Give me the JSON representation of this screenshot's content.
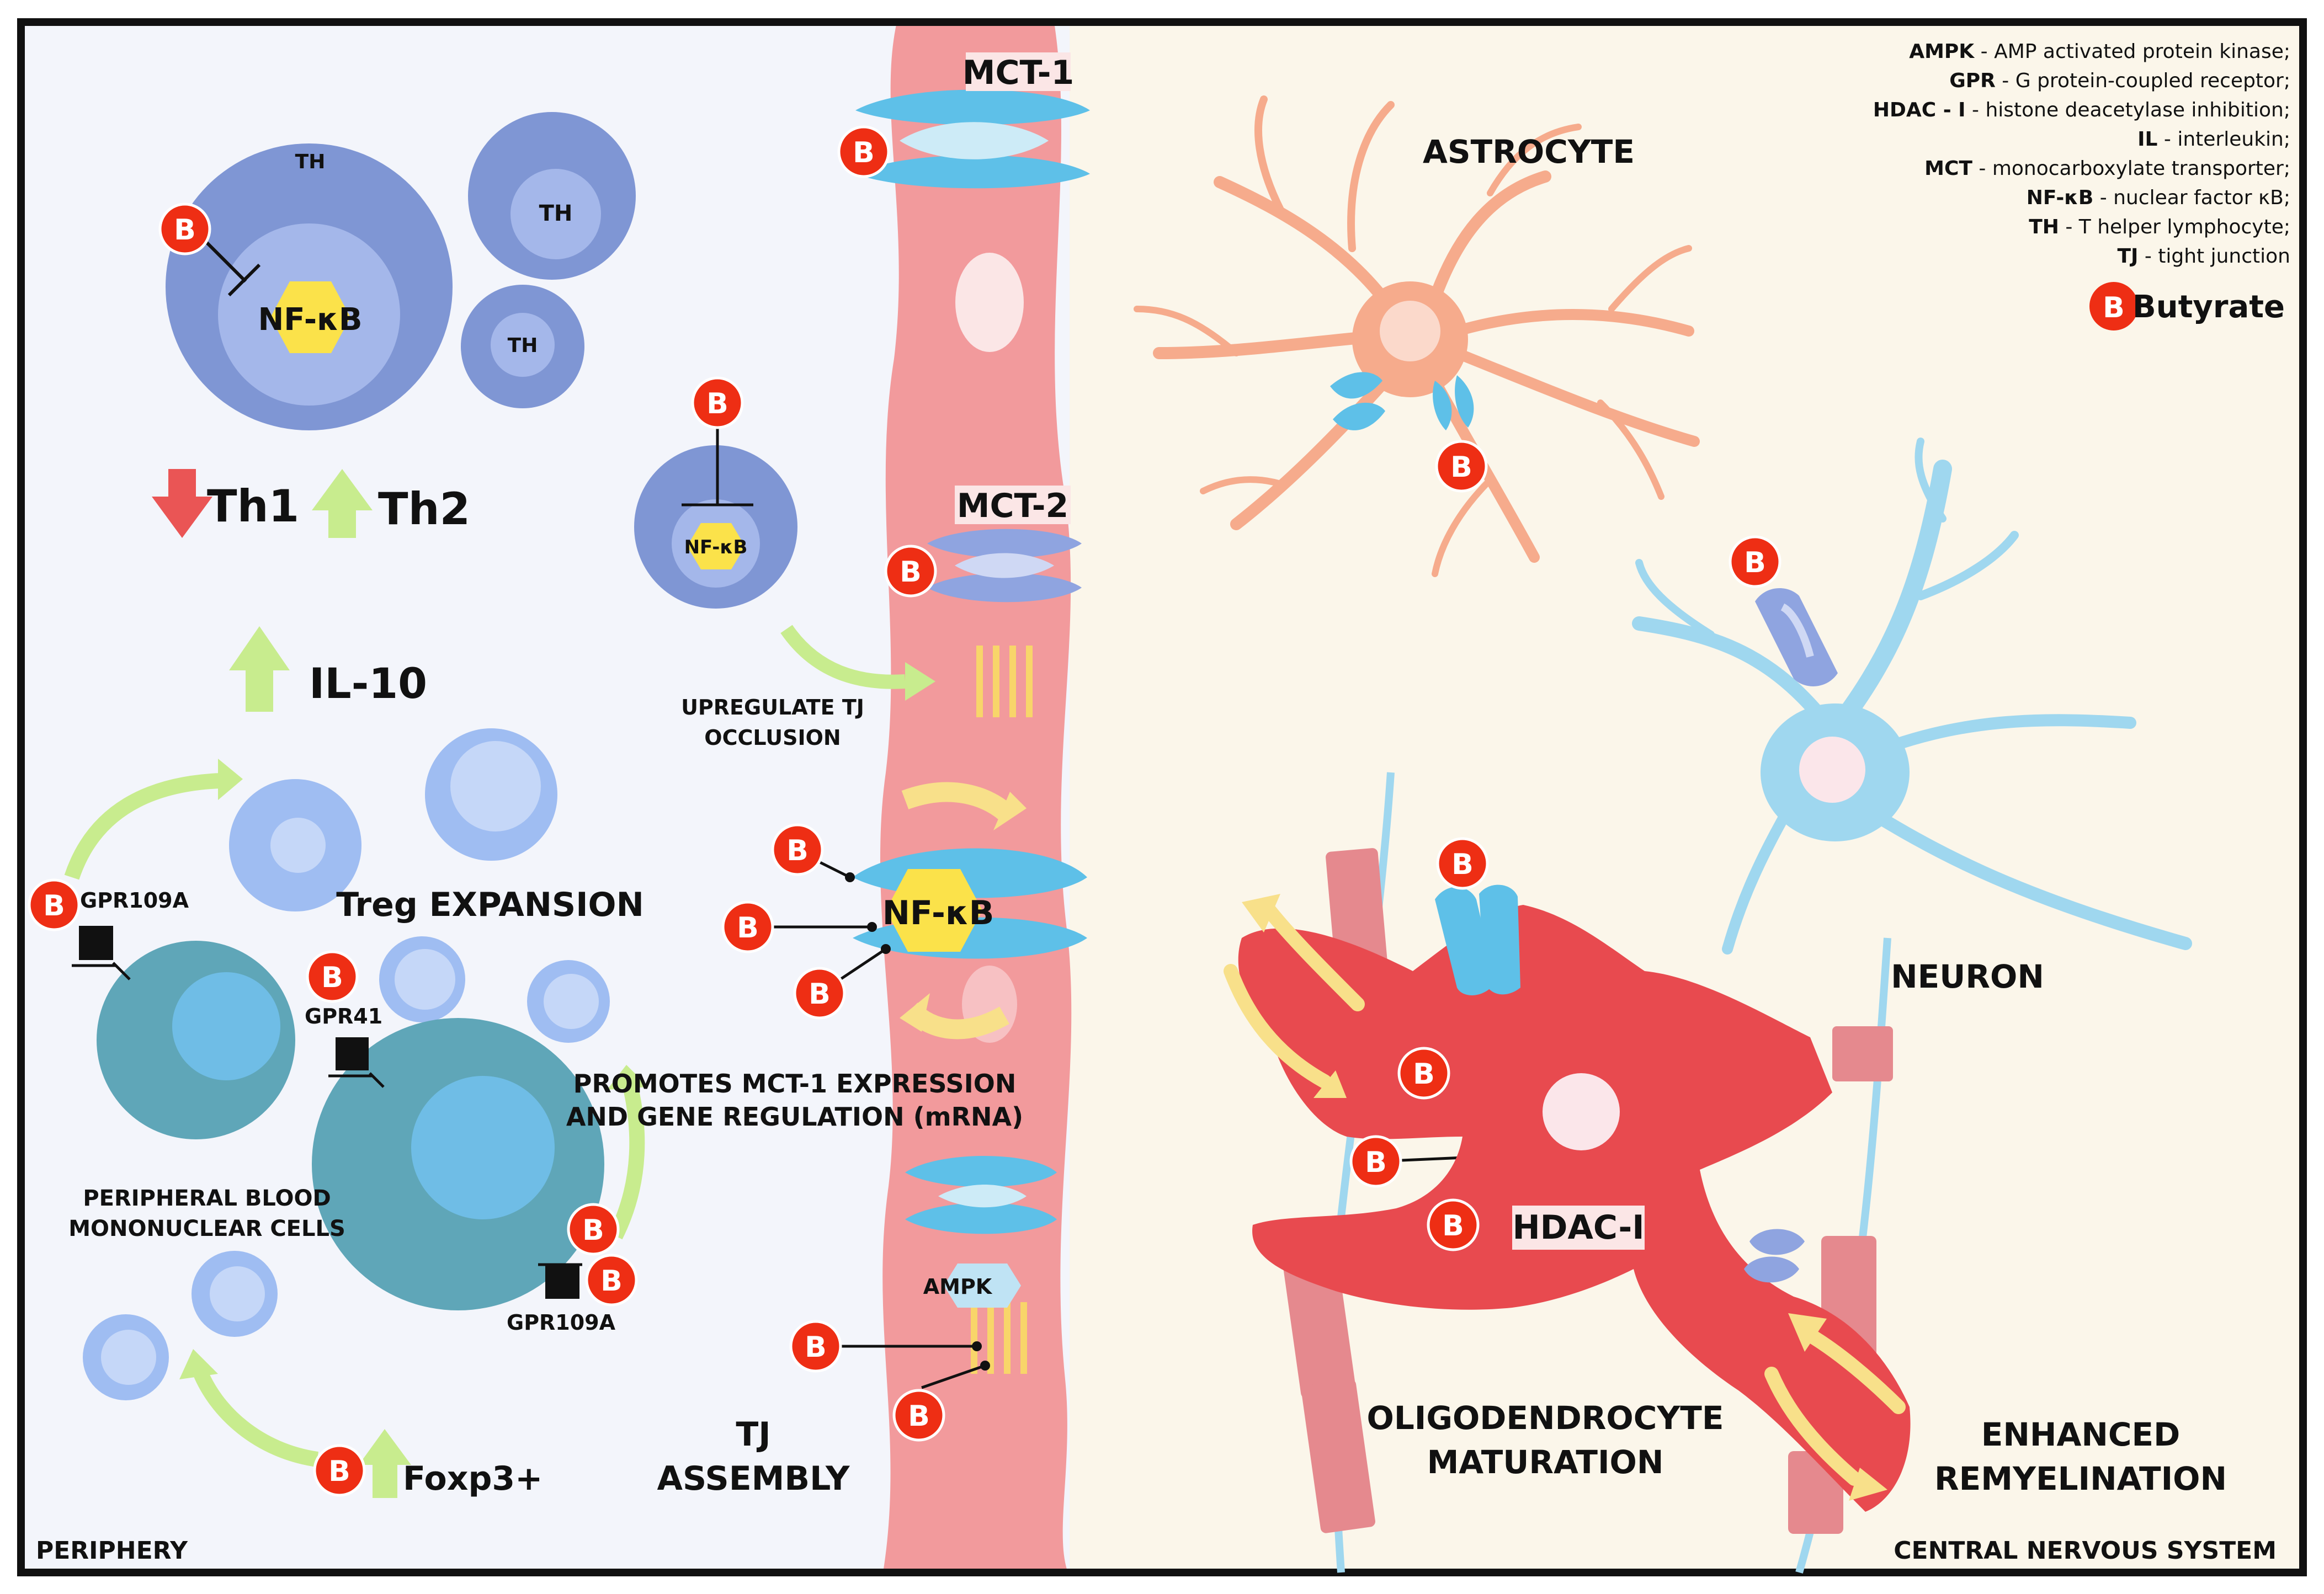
{
  "regions": {
    "periphery": "PERIPHERY",
    "cns": "CENTRAL NERVOUS SYSTEM"
  },
  "legend": {
    "items": [
      {
        "abbr": "AMPK",
        "desc": " - AMP activated protein kinase;"
      },
      {
        "abbr": "GPR",
        "desc": " - G protein-coupled receptor;"
      },
      {
        "abbr": "HDAC - I",
        "desc": " - histone deacetylase inhibition;"
      },
      {
        "abbr": "IL",
        "desc": " - interleukin;"
      },
      {
        "abbr": "MCT",
        "desc": " - monocarboxylate transporter;"
      },
      {
        "abbr": "NF-κB",
        "desc": " - nuclear factor κB;"
      },
      {
        "abbr": "TH",
        "desc": " - T helper lymphocyte;"
      },
      {
        "abbr": "TJ",
        "desc": " - tight junction"
      }
    ],
    "butyrate_label": "Butyrate"
  },
  "butyrate_symbol": "B",
  "labels": {
    "th": "TH",
    "nfkb": "NF-κB",
    "th1": "Th1",
    "th2": "Th2",
    "il10": "IL-10",
    "gpr109a": "GPR109A",
    "gpr41": "GPR41",
    "treg_expansion": "Treg EXPANSION",
    "pbmc_line1": "PERIPHERAL BLOOD",
    "pbmc_line2": "MONONUCLEAR CELLS",
    "foxp3": "Foxp3+",
    "mct1": "MCT-1",
    "mct2": "MCT-2",
    "upregulate_line1": "UPREGULATE TJ",
    "upregulate_line2": "OCCLUSION",
    "promotes_line1": "PROMOTES MCT-1 EXPRESSION",
    "promotes_line2": "AND GENE REGULATION (mRNA)",
    "ampk": "AMPK",
    "tj_line1": "TJ",
    "tj_line2": "ASSEMBLY",
    "astrocyte": "ASTROCYTE",
    "neuron": "NEURON",
    "hdac": "HDAC-I",
    "oligo_line1": "OLIGODENDROCYTE",
    "oligo_line2": "MATURATION",
    "remyel_line1": "ENHANCED",
    "remyel_line2": "REMYELINATION"
  },
  "colors": {
    "butyrate_red": "#ee2e14",
    "periphery_bg": "#f3f5fb",
    "cns_bg": "#fbf6ea",
    "barrier_pink": "#f29a9c",
    "mct_blue": "#5ec0e8",
    "th_blue": "#7f96d4",
    "teal_cell": "#5fa6b8",
    "down_arrow_red": "#ea5555",
    "up_arrow_green": "#c8ec8e",
    "astrocyte_orange": "#f6ab8c",
    "neuron_blue": "#9fd7ef",
    "oligo_red": "#e84a4f",
    "nfkb_yellow": "#f8e04e"
  }
}
